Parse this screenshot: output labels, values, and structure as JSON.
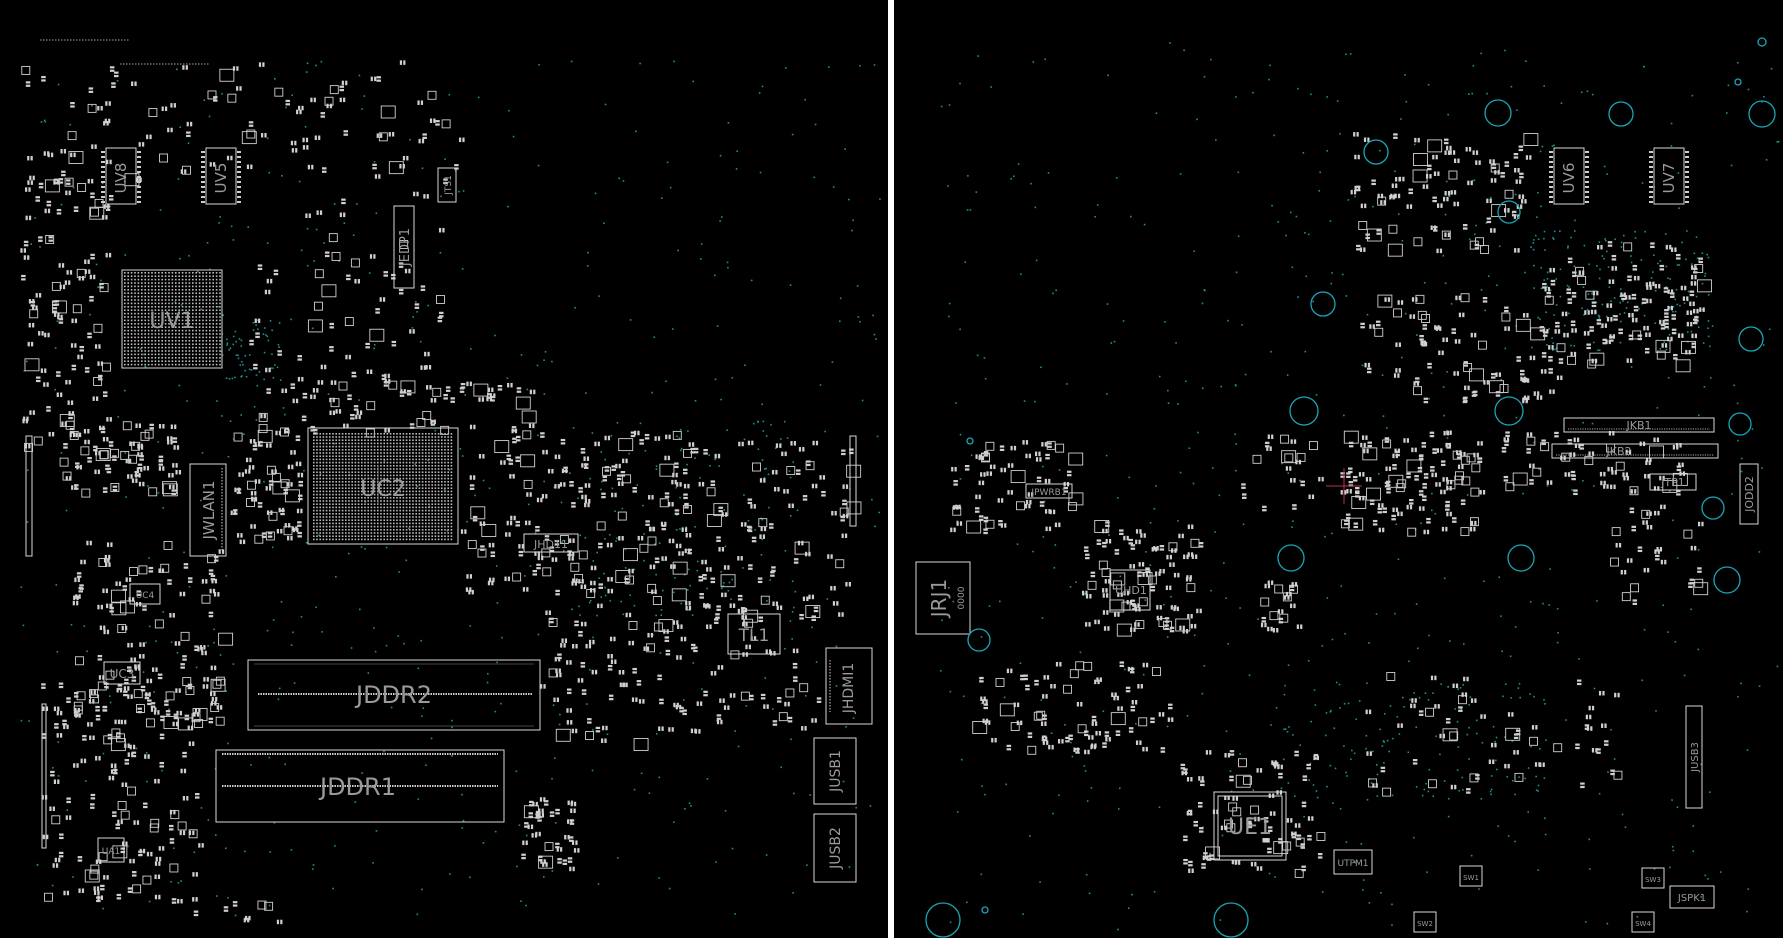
{
  "panels": {
    "top": {
      "labels": {
        "jddr2": "JDDR2",
        "jddr1": "JDDR1",
        "uc2": "UC2",
        "uv1": "UV1",
        "uv8": "UV8",
        "uv5": "UV5",
        "jedp1": "JEDP1",
        "jwlan1": "JWLAN1",
        "tl1": "TL1",
        "jhdmi1": "JHDMI1",
        "jusb1": "JUSB1",
        "jusb2": "JUSB2",
        "jhd1": "JHD11",
        "uc3": "UC3",
        "uc4": "UC4",
        "ua1": "UA1",
        "jts1": "JTS1"
      }
    },
    "bottom": {
      "labels": {
        "ue1": "UE1",
        "uhd1": "UHD1",
        "jrj1": "JRJ1",
        "jkb1": "JKB1",
        "jkb2": "JKB2",
        "jtp1": "JTP1",
        "jodd2": "JODD2",
        "jusb3": "JUSB3",
        "uv6": "UV6",
        "uv7": "UV7",
        "jpwrb1": "JPWRB1",
        "utpm1": "UTPM1",
        "jspk1": "JSPK1",
        "sw1": "SW1",
        "sw2": "SW2",
        "sw3": "SW3",
        "sw4": "SW4"
      }
    }
  },
  "colors": {
    "background": "#000000",
    "outline": "#d8d8d8",
    "label": "#9a9a9a",
    "via": "#1e8f8f",
    "mounting_hole": "#1aa6b7",
    "divider": "#ffffff",
    "cursor": "#c0304a"
  }
}
